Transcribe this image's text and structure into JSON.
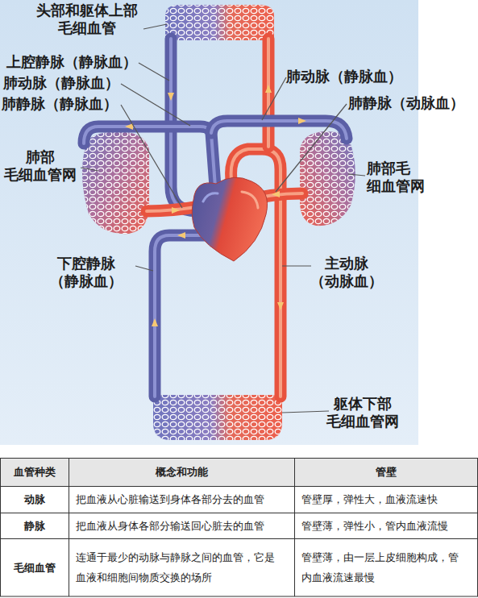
{
  "diagram": {
    "labels": [
      "头部和躯体上部 毛细血管",
      "上腔静脉（静脉血）",
      "肺动脉（静脉血）",
      "肺静脉（静脉血）",
      "肺动脉（静脉血）",
      "肺静脉（动脉血）",
      "肺部 毛细血管网",
      "肺部毛 细血管网",
      "下腔静脉 （静脉血）",
      "主动脉 （动脉血）",
      "躯体下部 毛细血管网",
      "血管种类",
      "概念和功能",
      "管壁",
      "动脉",
      "把血液从心脏输送到身体各部分去的血管",
      "管壁厚，弹性大，血液流速快",
      "静脉",
      "把血液从身体各部分输送回心脏去的血管",
      "管壁薄，弹性小，管内血液流慢",
      "毛细血管",
      "连通于最少的动脉与静脉之间的血管，它是 血液和细胞间物质交换的场所",
      "管壁薄，由一层上皮细胞构成，管 内血液流速最慢"
    ]
  }
}
